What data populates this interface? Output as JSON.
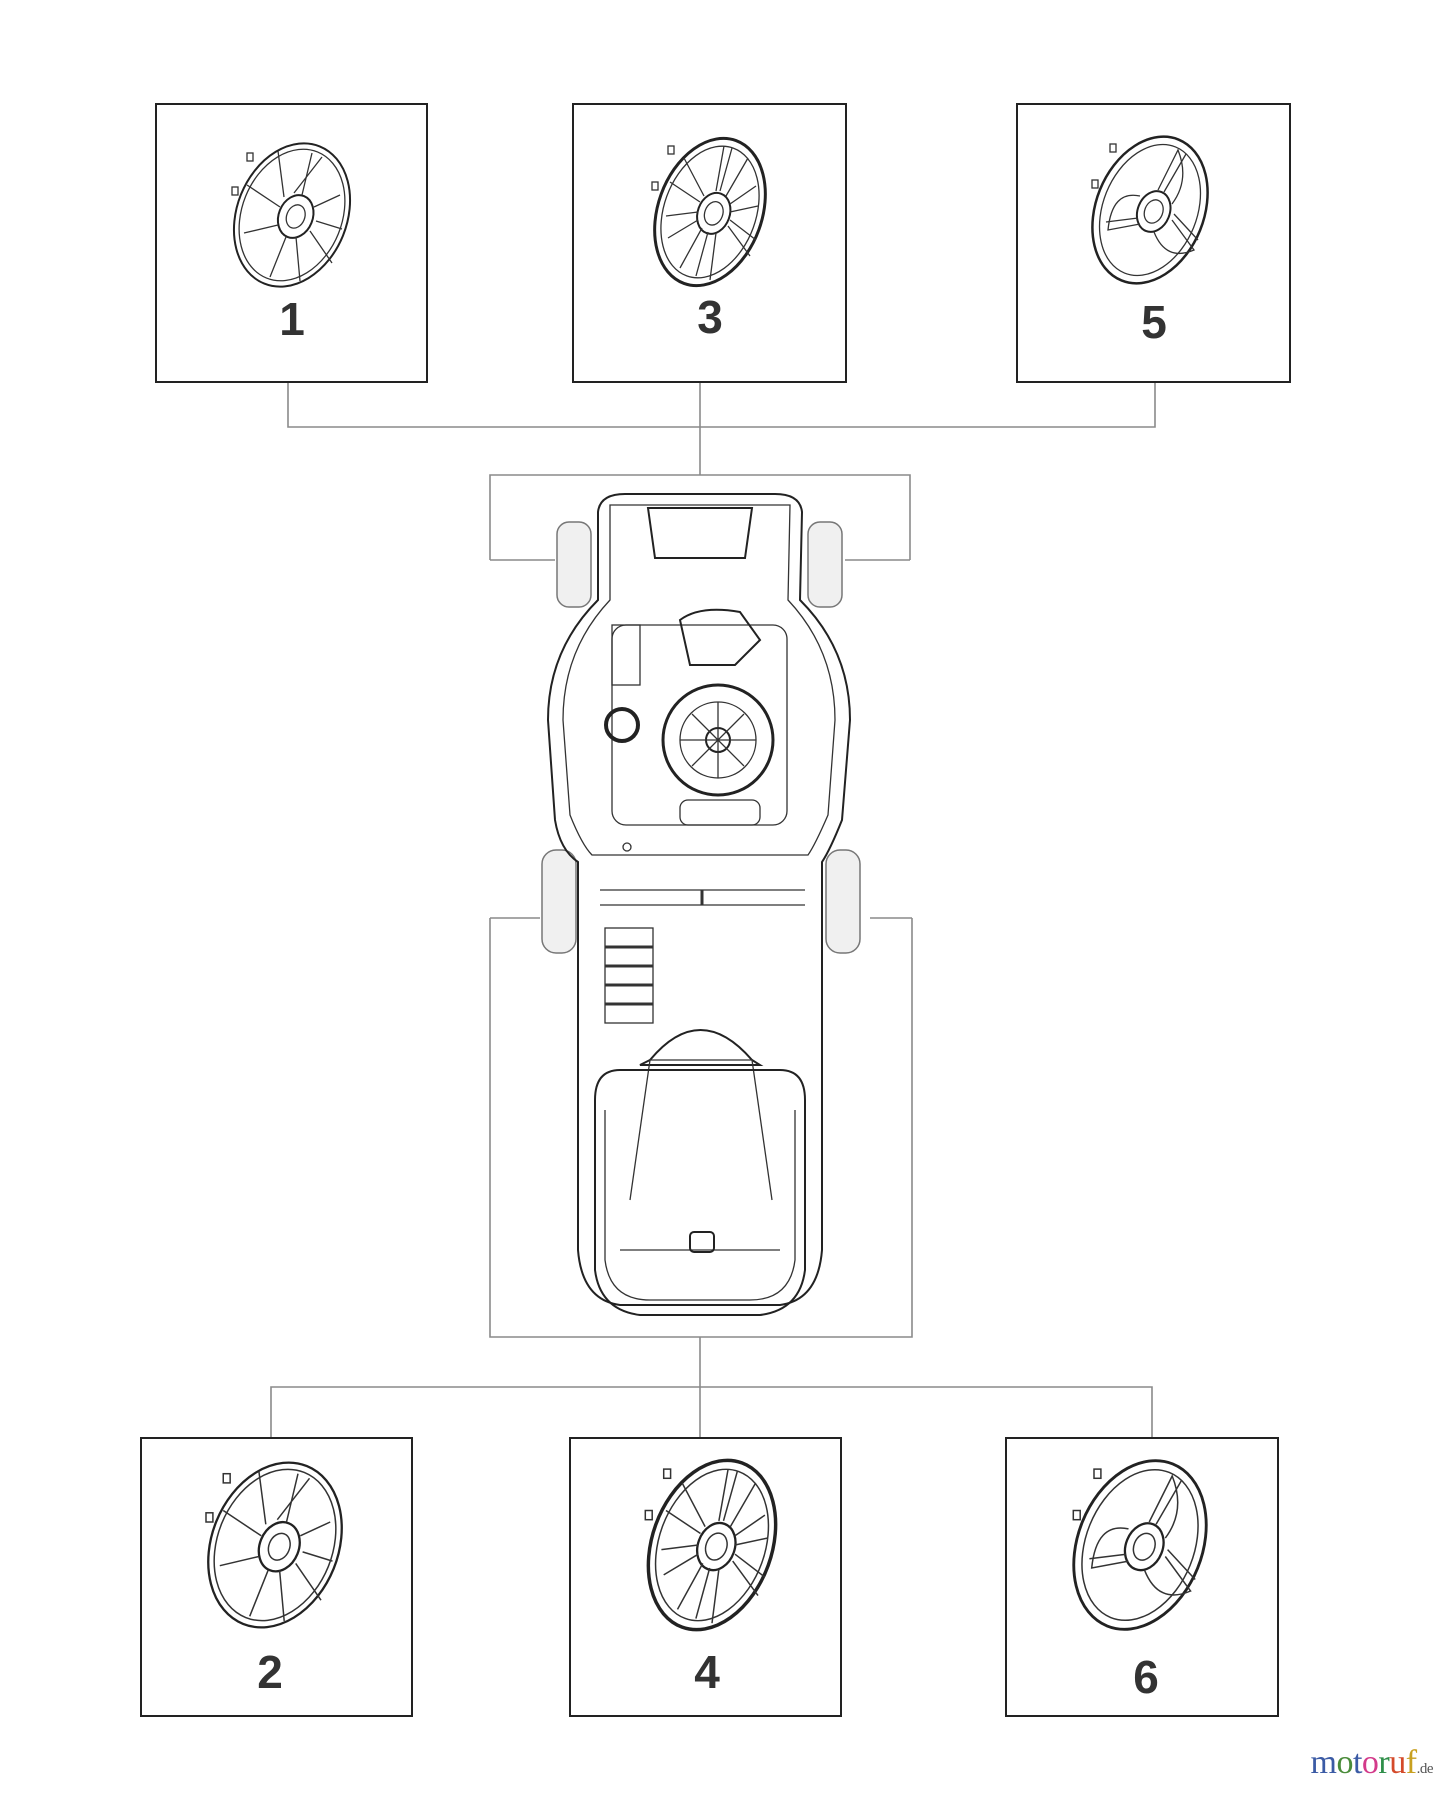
{
  "diagram": {
    "parts": [
      {
        "label": "1",
        "style": "five-spoke"
      },
      {
        "label": "3",
        "style": "multi-spoke"
      },
      {
        "label": "5",
        "style": "three-spoke"
      },
      {
        "label": "2",
        "style": "five-spoke"
      },
      {
        "label": "4",
        "style": "multi-spoke"
      },
      {
        "label": "6",
        "style": "three-spoke"
      }
    ],
    "decal_grid_rows": 5
  },
  "watermark": {
    "name": "motoruf",
    "suffix": ".de",
    "colors": [
      "#3b5ba5",
      "#4a8c3a",
      "#d33a8a",
      "#2f8f4a",
      "#d44a2a",
      "#c8a020",
      "#e39b1a"
    ]
  }
}
